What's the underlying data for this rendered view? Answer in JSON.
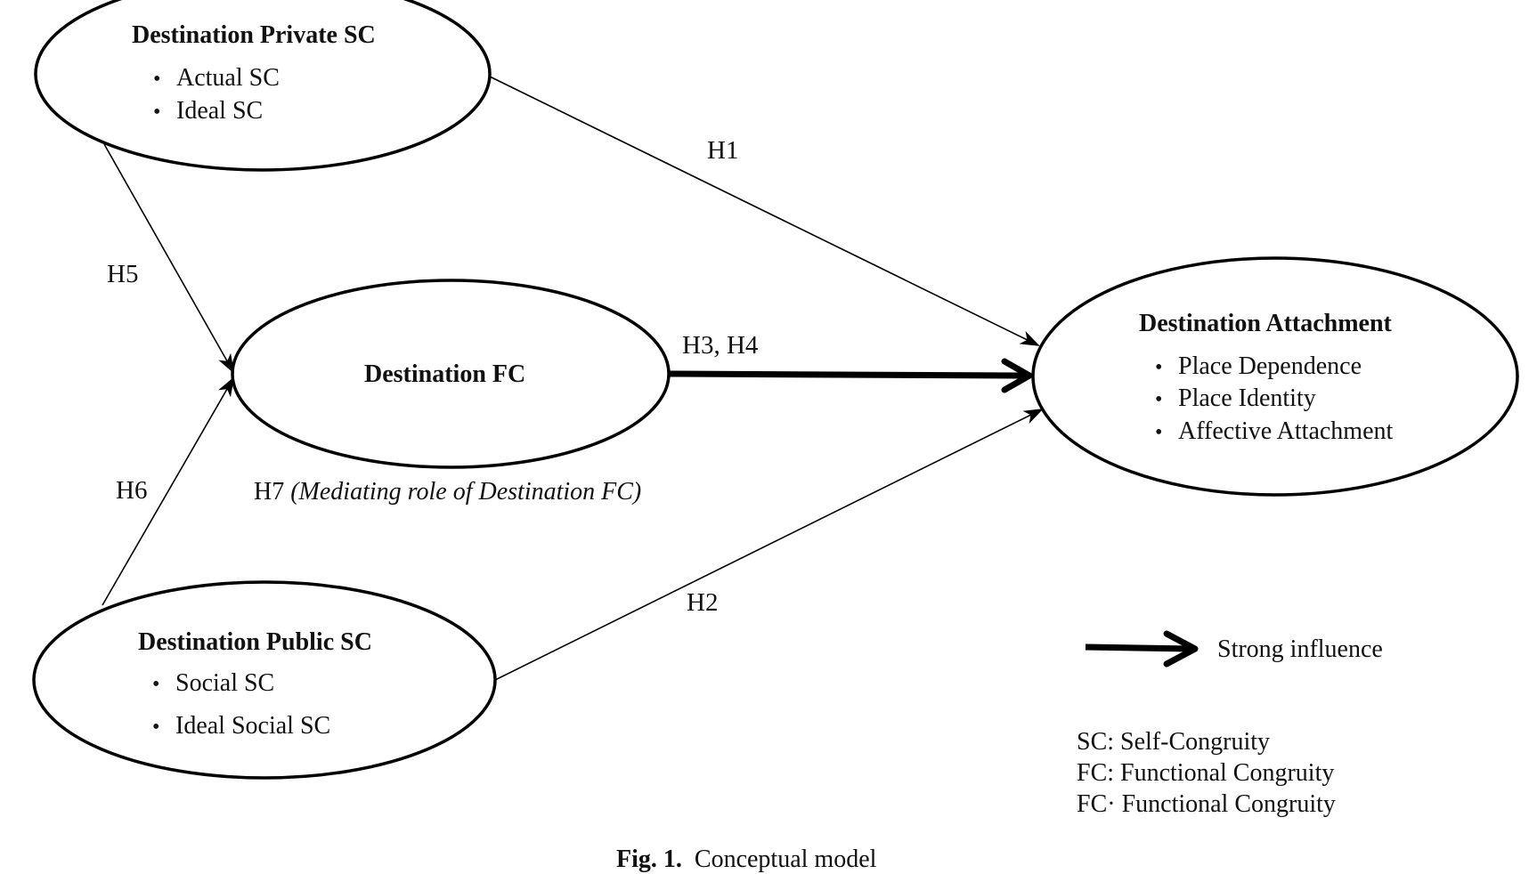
{
  "nodes": {
    "private_sc": {
      "title": "Destination Private SC",
      "items": [
        "Actual SC",
        "Ideal SC"
      ]
    },
    "fc": {
      "title": "Destination FC"
    },
    "attachment": {
      "title": "Destination Attachment",
      "items": [
        "Place Dependence",
        "Place Identity",
        "Affective Attachment"
      ]
    },
    "public_sc": {
      "title": "Destination Public SC",
      "items": [
        "Social SC",
        "Ideal Social SC"
      ]
    }
  },
  "edges": [
    {
      "from": "private_sc",
      "to": "attachment",
      "label": "H1",
      "strong": false
    },
    {
      "from": "public_sc",
      "to": "attachment",
      "label": "H2",
      "strong": false
    },
    {
      "from": "fc",
      "to": "attachment",
      "label": "H3, H4",
      "strong": true
    },
    {
      "from": "private_sc",
      "to": "fc",
      "label": "H5",
      "strong": false
    },
    {
      "from": "public_sc",
      "to": "fc",
      "label": "H6",
      "strong": false
    }
  ],
  "mediation": {
    "label": "H7",
    "note": "(Mediating role of Destination FC)"
  },
  "legend": {
    "strong_influence": "Strong influence",
    "abbreviations": [
      "SC: Self-Congruity",
      "FC: Functional Congruity",
      "FC· Functional Congruity"
    ]
  },
  "caption": {
    "prefix": "Fig. 1.",
    "text": "Conceptual model"
  }
}
